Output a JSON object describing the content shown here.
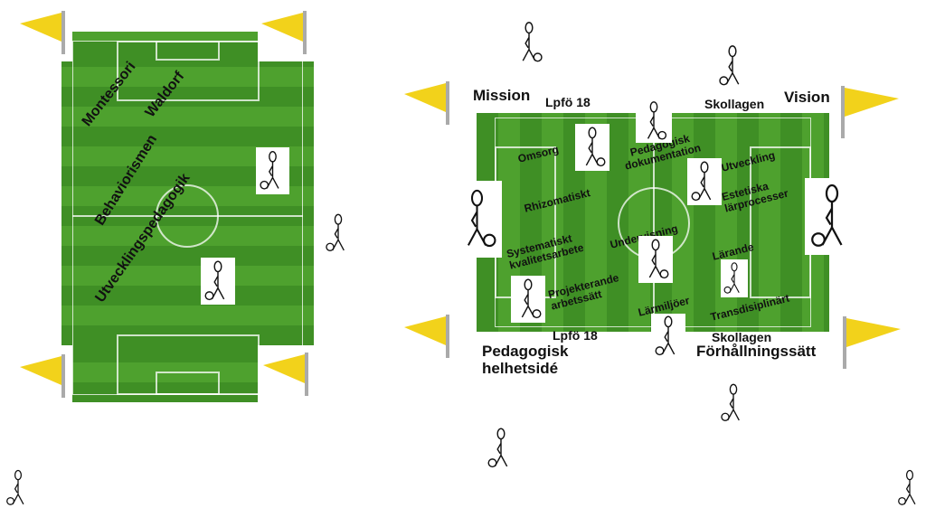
{
  "left_field": {
    "labels": [
      "Montessori",
      "Waldorf",
      "Behaviorismen",
      "Utvecklingspedagogik"
    ]
  },
  "right_field": {
    "corners": {
      "top_left": "Mission",
      "top_right": "Vision",
      "bottom_left": "Pedagogisk helhetsidé",
      "bottom_right": "Förhållningssätt"
    },
    "sides": {
      "top_left": "Lpfö 18",
      "top_right": "Skollagen",
      "bottom_left": "Lpfö 18",
      "bottom_right": "Skollagen"
    },
    "labels": [
      "Omsorg",
      "Pedagogisk dokumentation",
      "Utveckling",
      "Rhizomatiskt",
      "Estetiska lärprocesser",
      "Undervisning",
      "Systematiskt kvalitetsarbete",
      "Lärande",
      "Projekterande arbetssätt",
      "Lärmiljöer",
      "Transdisiplinärt"
    ]
  },
  "colors": {
    "grass": "#4ea12e",
    "flag": "#f2d21b"
  }
}
